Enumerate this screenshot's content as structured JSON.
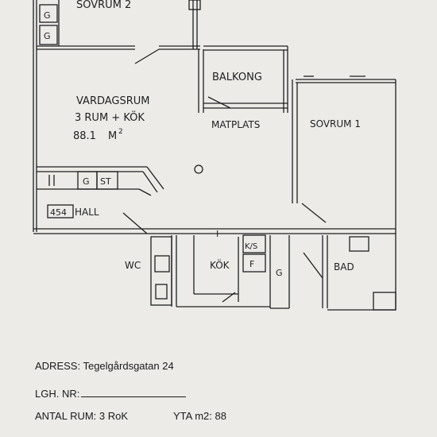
{
  "rooms": {
    "bedroom2": "SOVRUM 2",
    "balcony": "BALKONG",
    "living": "VARDAGSRUM",
    "rooms_kitchen": "3 RUM + KÖK",
    "area_value": "88.1",
    "area_unit": "M",
    "area_sup": "2",
    "dining": "MATPLATS",
    "bedroom1": "SOVRUM 1",
    "wardrobe_g1": "G",
    "wardrobe_g2": "G",
    "hall_code": "454",
    "hall": "HALL",
    "g_label": "G",
    "st_label": "ST",
    "wc": "WC",
    "kitchen": "KÖK",
    "ks": "K/S",
    "f_label": "F",
    "g_closet": "G",
    "bath": "BAD",
    "door_i": "I",
    "center_o": "O"
  },
  "info": {
    "address_label": "ADRESS:",
    "address_value": "Tegelgårdsgatan 24",
    "apt_label": "LGH. NR:",
    "rooms_label": "ANTAL RUM:",
    "rooms_value": "3 RoK",
    "area_label": "YTA m2:",
    "area_value": "88"
  },
  "colors": {
    "background": "#ecebe8",
    "ink": "#1f1f1f"
  }
}
